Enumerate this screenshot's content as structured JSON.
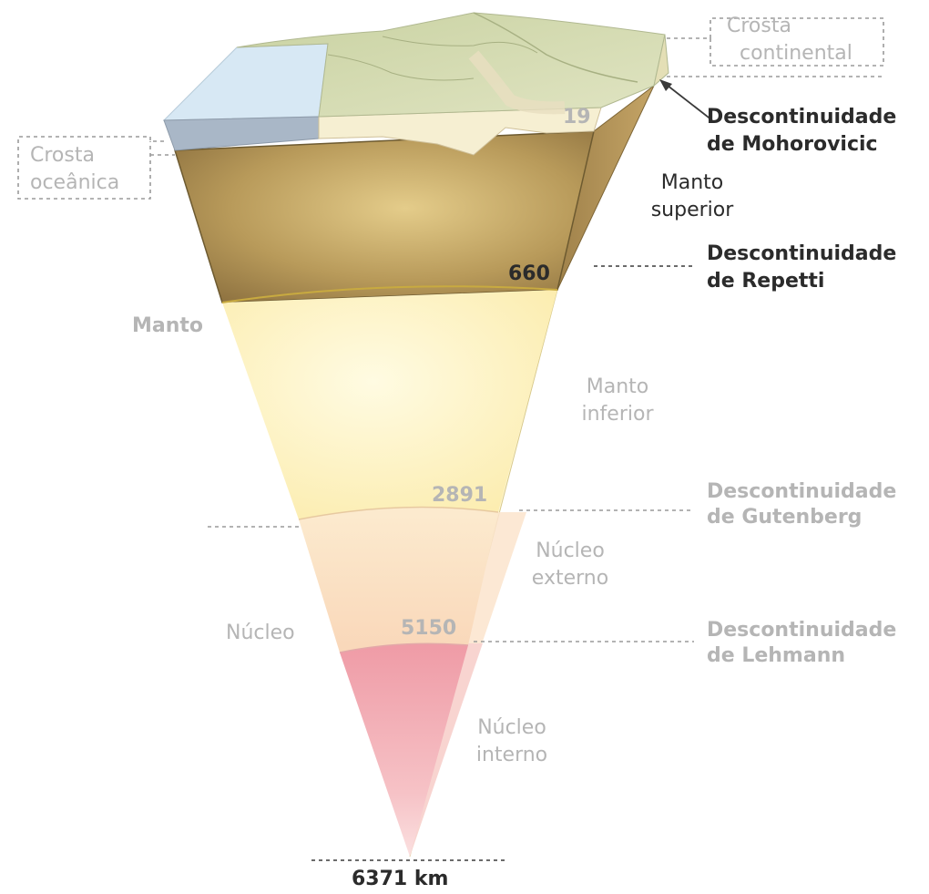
{
  "colors": {
    "crust_continental": "#d8dfb8",
    "crust_oceanic": "#d7e8f4",
    "upper_mantle": "#b89a5a",
    "lower_mantle": "#fdf0b8",
    "outer_core": "#fbd9bc",
    "inner_core": "#f2aab0",
    "label_muted": "#b5b5b5",
    "label_dark": "#2b2b2b"
  },
  "labels": {
    "continental_crust": {
      "line1": "Crosta",
      "line2": "continental"
    },
    "oceanic_crust": {
      "line1": "Crosta",
      "line2": "oceânica"
    },
    "moho": {
      "line1": "Descontinuidade",
      "line2": "de Mohorovicic"
    },
    "upper_mantle": {
      "line1": "Manto",
      "line2": "superior"
    },
    "repetti": {
      "line1": "Descontinuidade",
      "line2": "de Repetti"
    },
    "mantle": "Manto",
    "lower_mantle": {
      "line1": "Manto",
      "line2": "inferior"
    },
    "gutenberg": {
      "line1": "Descontinuidade",
      "line2": "de Gutenberg"
    },
    "outer_core": {
      "line1": "Núcleo",
      "line2": "externo"
    },
    "core": "Núcleo",
    "lehmann": {
      "line1": "Descontinuidade",
      "line2": "de Lehmann"
    },
    "inner_core": {
      "line1": "Núcleo",
      "line2": "interno"
    }
  },
  "depths": {
    "moho": "19",
    "repetti": "660",
    "gutenberg": "2891",
    "lehmann": "5150",
    "center": "6371 km"
  }
}
